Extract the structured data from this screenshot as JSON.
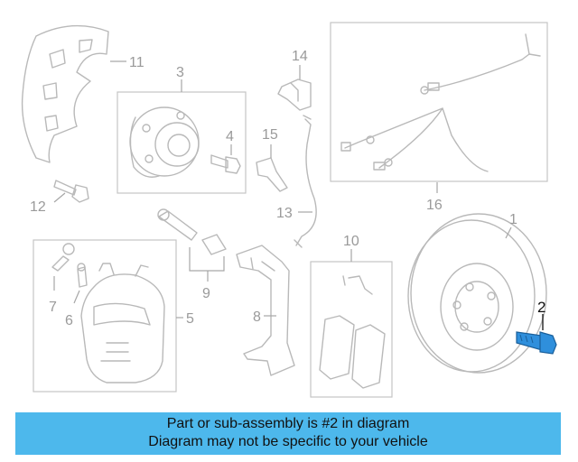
{
  "callouts": {
    "p1": "1",
    "p2": "2",
    "p3": "3",
    "p4": "4",
    "p5": "5",
    "p6": "6",
    "p7": "7",
    "p8": "8",
    "p9": "9",
    "p10": "10",
    "p11": "11",
    "p12": "12",
    "p13": "13",
    "p14": "14",
    "p15": "15",
    "p16": "16"
  },
  "highlight_color": "#2f8fdc",
  "banner": {
    "line1": "Part or sub-assembly is #2 in diagram",
    "line2": "Diagram may not be specific to your vehicle",
    "background": "#4db8ec"
  }
}
